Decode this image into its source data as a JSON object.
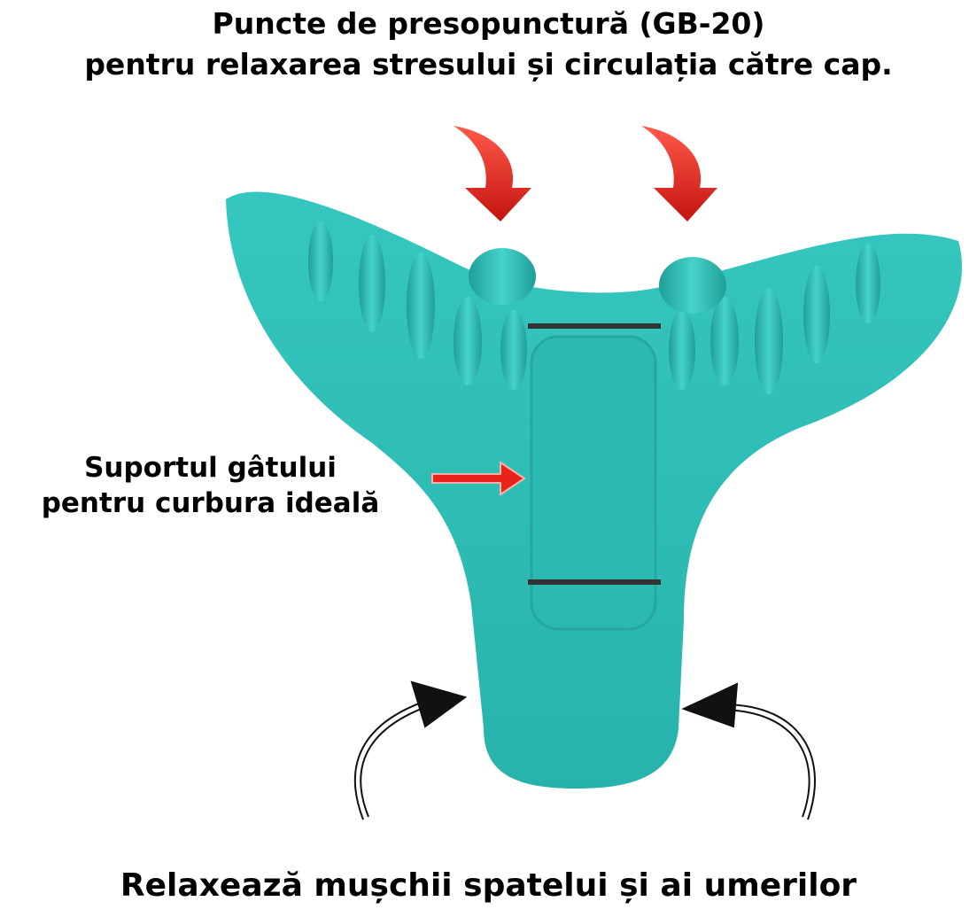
{
  "header": {
    "line1": "Puncte de presopunctură (GB-20)",
    "line2": "pentru relaxarea stresului și circulația către cap."
  },
  "side_label": {
    "line1": "Suportul gâtului",
    "line2": "pentru curbura ideală"
  },
  "footer": {
    "text": "Relaxează mușchii spatelui și ai umerilor"
  },
  "colors": {
    "device": "#2fbfb7",
    "device_shade": "#22a8a1",
    "arrow_red": "#e8231c",
    "line": "#333333"
  }
}
